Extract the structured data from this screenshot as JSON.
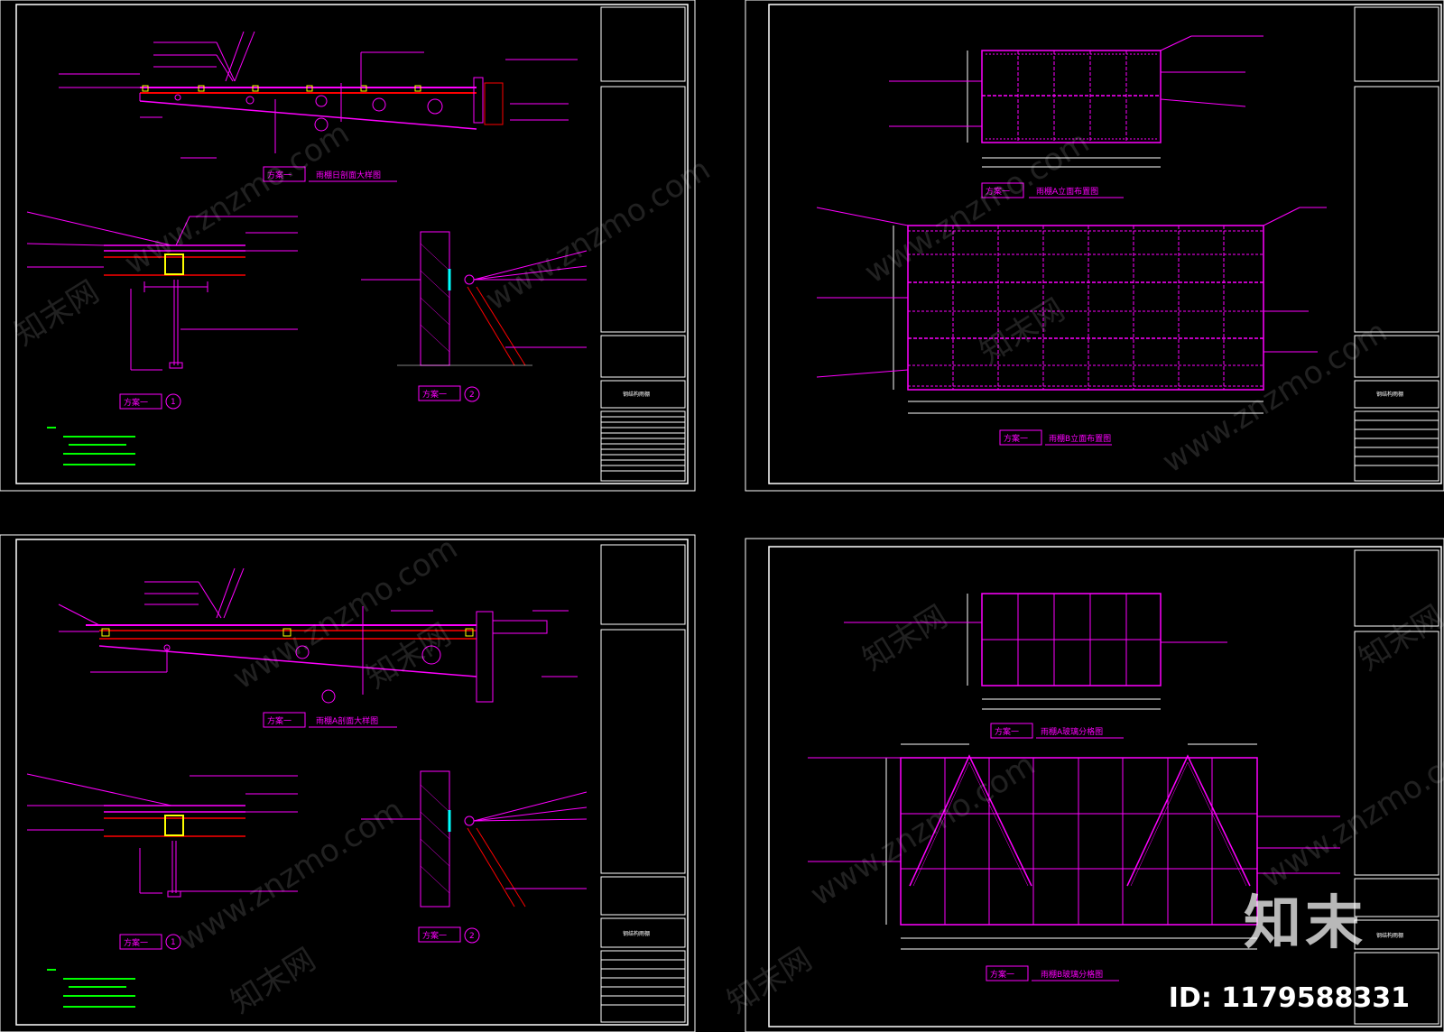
{
  "watermark": {
    "site": "www.znzmo.com",
    "brand": "知末网",
    "logo_text": "知末",
    "id_text": "ID: 1179588331"
  },
  "colors": {
    "background": "#000000",
    "frame": "#ffffff",
    "structure": "#ff00ff",
    "section": "#ff0000",
    "annotation": "#00ff00",
    "highlight": "#ffff00",
    "glass": "#00ffff"
  },
  "sheets": [
    {
      "id": "top-left",
      "scheme_tag": "方案一",
      "details": [
        {
          "title": "雨棚日剖面大样图",
          "tag": "方案一"
        },
        {
          "title": "",
          "tag": "方案一",
          "number": "1"
        },
        {
          "title": "",
          "tag": "方案一",
          "number": "2"
        }
      ],
      "title_block": "钢结构雨棚"
    },
    {
      "id": "top-right",
      "details": [
        {
          "title": "雨棚A立面布置图",
          "tag": "方案一"
        },
        {
          "title": "雨棚B立面布置图",
          "tag": "方案一"
        }
      ],
      "title_block": "钢结构雨棚"
    },
    {
      "id": "bottom-left",
      "details": [
        {
          "title": "雨棚A剖面大样图",
          "tag": "方案一"
        },
        {
          "title": "",
          "tag": "方案一",
          "number": "1"
        },
        {
          "title": "",
          "tag": "方案一",
          "number": "2"
        }
      ],
      "title_block": "钢结构雨棚"
    },
    {
      "id": "bottom-right",
      "details": [
        {
          "title": "雨棚A玻璃分格图",
          "tag": "方案一"
        },
        {
          "title": "雨棚B玻璃分格图",
          "tag": "方案一"
        }
      ],
      "title_block": "钢结构雨棚"
    }
  ]
}
